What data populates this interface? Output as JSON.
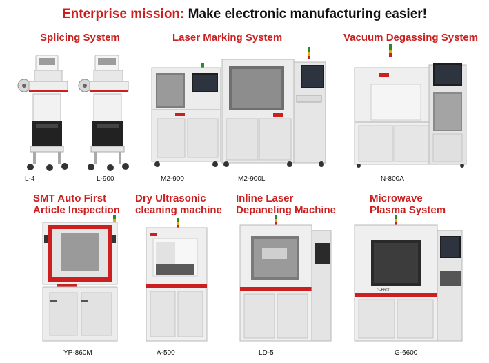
{
  "header": {
    "lead": "Enterprise mission:",
    "rest": "Make electronic manufacturing easier!"
  },
  "colors": {
    "accent": "#cc1f1f",
    "machine_body": "#ededed",
    "machine_dark": "#3a3a3a",
    "window": "#7a7a7a"
  },
  "sections": [
    {
      "title": "Splicing System",
      "captions": [
        "L-4",
        "L-900"
      ]
    },
    {
      "title": "Laser Marking System",
      "captions": [
        "M2-900",
        "M2-900L"
      ]
    },
    {
      "title": "Vacuum Degassing System",
      "captions": [
        "N-800A"
      ]
    },
    {
      "title": "SMT Auto First",
      "title2": "Article Inspection",
      "captions": [
        "YP-860M"
      ]
    },
    {
      "title": "Dry Ultrasonic",
      "title2": "cleaning machine",
      "captions": [
        "A-500"
      ]
    },
    {
      "title": "Inline Laser",
      "title2": "Depaneling Machine",
      "captions": [
        "LD-5"
      ]
    },
    {
      "title": "Microwave",
      "title2": "Plasma System",
      "captions": [
        "G-6600"
      ]
    }
  ],
  "machine_labels": {
    "g6600_panel": "G-6600"
  }
}
